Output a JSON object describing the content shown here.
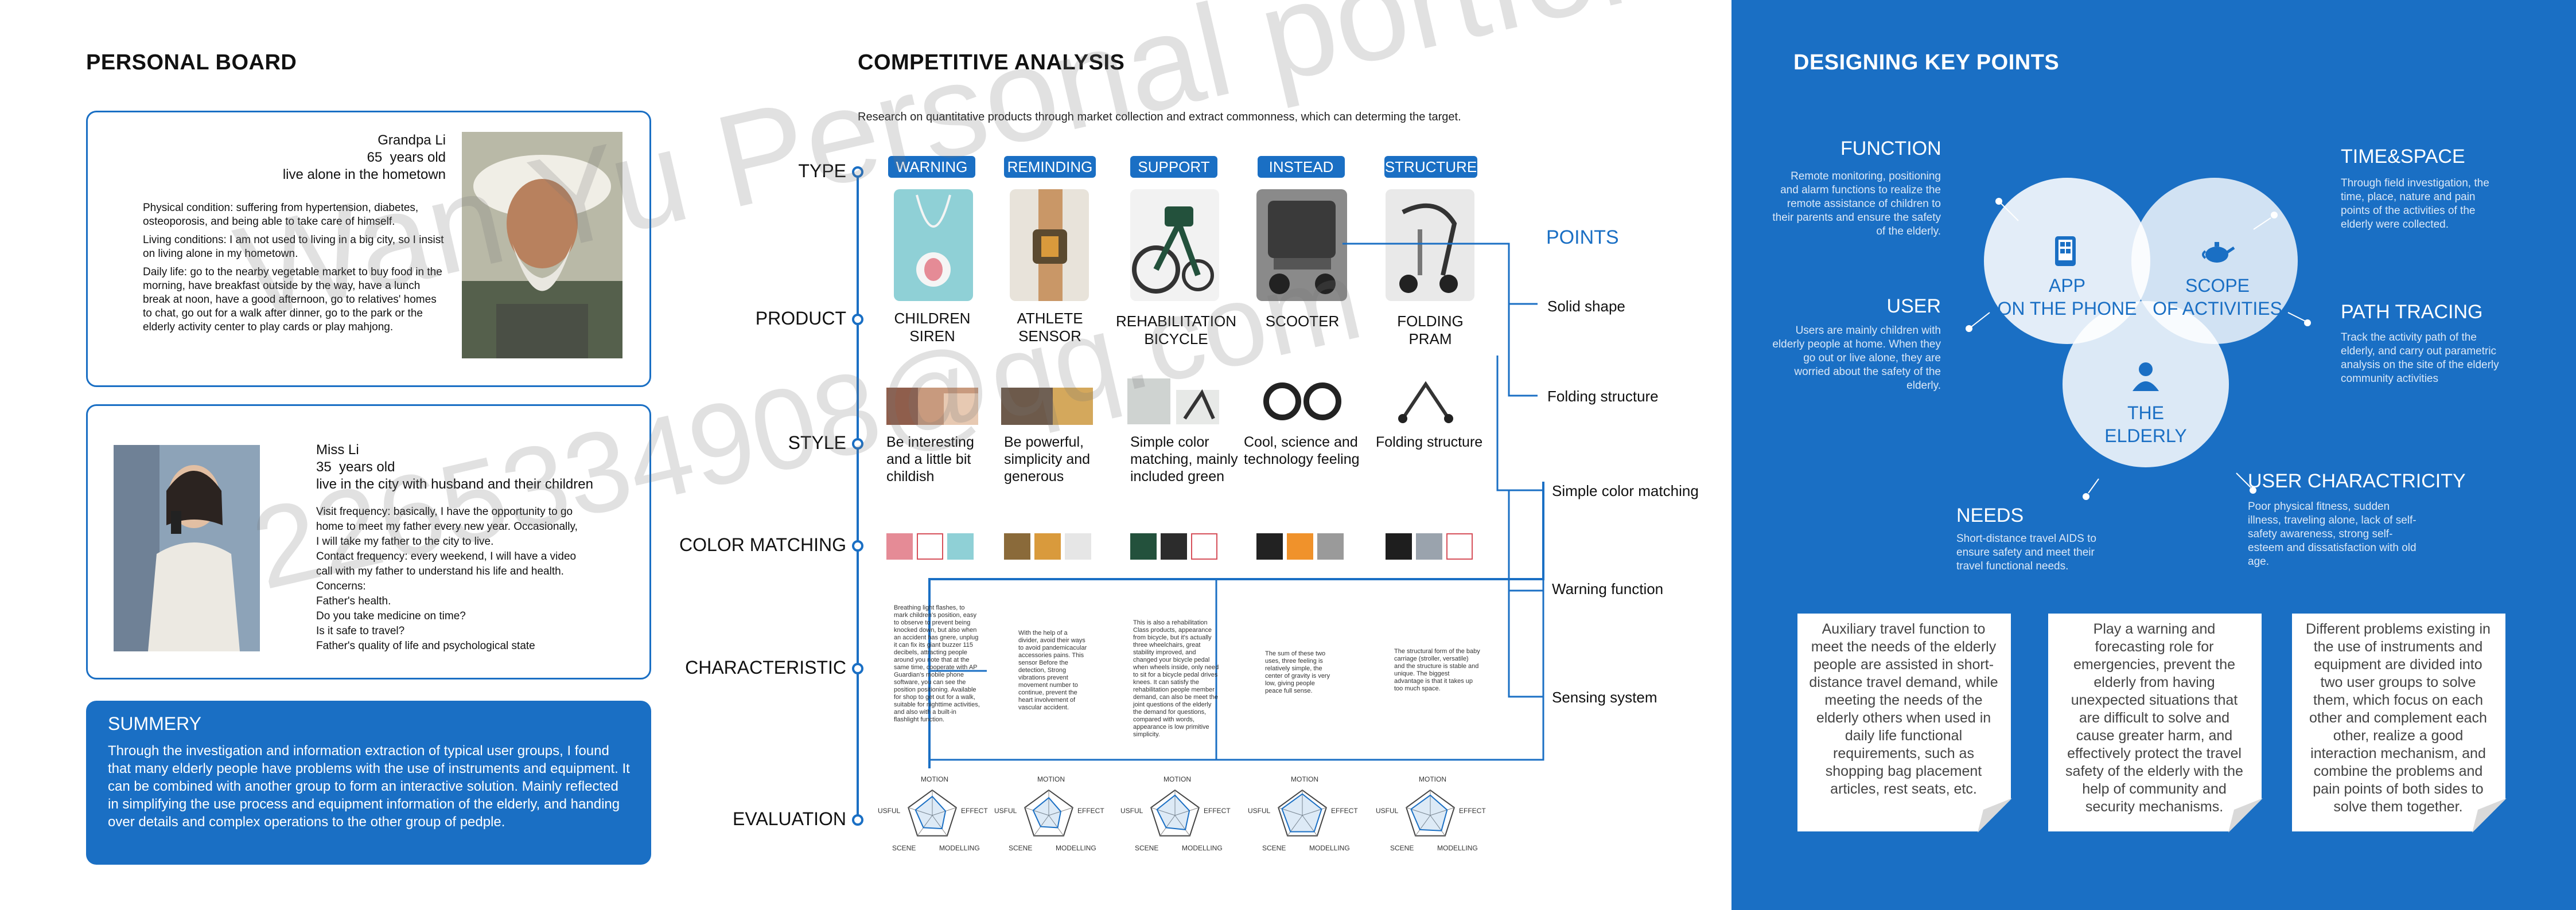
{
  "personal_board": {
    "title": "PERSONAL BOARD",
    "persona1": {
      "name": "Grandpa Li",
      "age_num": "65",
      "age_unit": "years old",
      "living": "live alone in the hometown",
      "p1": "Physical condition: suffering from hypertension, diabetes, osteoporosis, and being able to take care of himself.",
      "p2": "Living conditions: I am not used to living in a big city, so I insist on living alone in my hometown.",
      "p3": "Daily life: go to the nearby vegetable market to buy food in the morning, have breakfast outside by the way, have a lunch break at noon, have a good afternoon, go to relatives' homes to chat, go out for a walk after dinner, go to the park or the elderly activity center to play cards or play mahjong."
    },
    "persona2": {
      "name": "Miss Li",
      "age_num": "35",
      "age_unit": "years old",
      "living": "live in the city with husband and their children",
      "lines": [
        "Visit frequency: basically, I have the opportunity to go",
        "home to meet my father every new year. Occasionally,",
        "I will take my father to the city to live.",
        "Contact frequency: every weekend, I will have a video",
        "call with my father to understand his life and health.",
        "Concerns:",
        "Father's health.",
        "Do you take medicine on time?",
        "Is it safe to travel?",
        "Father's quality of life and psychological state"
      ]
    },
    "summary": {
      "title": "SUMMERY",
      "text": "Through the investigation and information extraction of typical user groups, I found that many elderly people have problems with the use of instruments and equipment. It can be combined with another group to form an interactive solution. Mainly reflected in simplifying the use process and equipment information of the elderly, and handing over details and complex operations to the other group of pedple."
    }
  },
  "competitive": {
    "title": "COMPETITIVE ANALYSIS",
    "subtitle": "Research on quantitative products through market collection and extract commonness, which can determing the target.",
    "rows": [
      "TYPE",
      "PRODUCT",
      "STYLE",
      "COLOR MATCHING",
      "CHARACTERISTIC",
      "EVALUATION"
    ],
    "types": [
      "WARNING",
      "REMINDING",
      "SUPPORT",
      "INSTEAD",
      "STRUCTURE"
    ],
    "products": [
      {
        "name": "CHILDREN\nSIREN",
        "l1": "CHILDREN",
        "l2": "SIREN",
        "style": "Be interesting and a little bit childish",
        "colors": [
          "#e58b96",
          "#ffffff",
          "#8fd0d6"
        ]
      },
      {
        "name": "ATHLETE SENSOR",
        "l1": "ATHLETE",
        "l2": "SENSOR",
        "style": "Be powerful, simplicity and generous",
        "colors": [
          "#8a6a3a",
          "#d99a3c",
          "#e6e6e6"
        ]
      },
      {
        "name": "REHABILITATION BICYCLE",
        "l1": "REHABILITATION",
        "l2": "BICYCLE",
        "style": "Simple color matching, mainly included green",
        "colors": [
          "#23513c",
          "#2c2c2c",
          "#ffffff"
        ]
      },
      {
        "name": "SCOOTER",
        "l1": "SCOOTER",
        "l2": "",
        "style": "Cool, science and technology feeling",
        "colors": [
          "#222222",
          "#f0922b",
          "#9a9a9a"
        ]
      },
      {
        "name": "FOLDING PRAM",
        "l1": "FOLDING",
        "l2": "PRAM",
        "style": "Folding structure",
        "colors": [
          "#1e1e1e",
          "#9aa3ad",
          "#ffffff"
        ]
      }
    ],
    "characteristics": [
      "Breathing light flashes, to mark children's position, easy to observe to prevent being knocked down, but also when an accident has gnere, unplug it can fix its giant buzzer 115 decibels, attracting people around you note that at the same time, cooperate with AP Guardian's mobile phone software, you can see the position positioning. Available for shop to get out for a walk, suitable for nighttime activities, and also with a built-in flashlight function.",
      "With the help of a divider, avoid their ways to avoid pandemicacular accessories pains. This sensor Before the detection, Strong vibrations prevent movement number to continue, prevent the heart involvement of vascular accident.",
      "This is also a rehabilitation Class products, appearance from bicycle, but it's actually three wheelchairs, great stability improved, and changed your bicycle pedal when wheels inside, only need to sit for a bicycle pedal drives knees. It can satisfy the rehabilitation people member demand, can also be meet the joint questions of the elderly the demand for questions, compared with words, appearance is low primitive simplicity.",
      "The sum of these two uses, three feeling is relatively simple, the center of gravity is very low, giving people peace full sense.",
      "The structural form of the baby carriage (stroller, versatile) and the structure is stable and unique. The biggest advantage is that it takes up too much space."
    ],
    "points": {
      "title": "POINTS",
      "items": [
        "Solid shape",
        "Folding structure",
        "Simple color matching",
        "Warning function",
        "Sensing system"
      ]
    },
    "radar_axes": {
      "top": "MOTION",
      "left": "USFUL",
      "right": "EFFECT",
      "bottom_left": "SCENE",
      "bottom_right": "MODELLING"
    },
    "radar_scores": [
      [
        0.75,
        0.55,
        0.65,
        0.6,
        0.7
      ],
      [
        0.7,
        0.5,
        0.6,
        0.55,
        0.65
      ],
      [
        0.8,
        0.6,
        0.7,
        0.6,
        0.75
      ],
      [
        0.85,
        0.8,
        0.8,
        0.8,
        0.85
      ],
      [
        0.8,
        0.7,
        0.75,
        0.7,
        0.8
      ]
    ]
  },
  "key_points": {
    "title": "DESIGNING KEY POINTS",
    "function": {
      "title": "FUNCTION",
      "text": "Remote monitoring, positioning and alarm functions to realize the remote assistance of children to their parents and ensure the safety of the elderly."
    },
    "user": {
      "title": "USER",
      "text": "Users are mainly children with elderly people at home. When they go out or live alone, they are worried about the safety of the elderly."
    },
    "needs": {
      "title": "NEEDS",
      "text": "Short-distance travel AIDS to ensure safety and meet their travel functional needs."
    },
    "time_space": {
      "title": "TIME&SPACE",
      "text": "Through field investigation, the time, place, nature and pain points of the activities of the elderly were collected."
    },
    "path": {
      "title": "PATH TRACING",
      "text": "Track the activity path of the elderly, and carry out parametric analysis on the site of the elderly community activities"
    },
    "user_char": {
      "title": "USER CHARACTRICITY",
      "text": "Poor physical fitness, sudden illness, traveling alone, lack of self-safety awareness, strong self-esteem and dissatisfaction with old age."
    },
    "circles": {
      "app_l1": "APP",
      "app_l2": "ON THE PHONE",
      "scope_l1": "SCOPE",
      "scope_l2": "OF ACTIVITIES",
      "elderly_l1": "THE",
      "elderly_l2": "ELDERLY"
    },
    "notes": [
      "Auxiliary travel function to meet the needs of the elderly people are assisted in short-distance travel demand, while meeting the needs of the elderly others when used in daily life functional requirements, such as shopping bag placement articles, rest seats, etc.",
      "Play a warning and forecasting role for emergencies, prevent the elderly from having unexpected situations that are difficult to solve and cause greater harm, and effectively protect the travel safety of the elderly with the help of community and security mechanisms.",
      "Different problems existing in the use of instruments and equipment are divided into two user groups to solve them, which focus on each other and complement each other, realize a good interaction mechanism, and combine the problems and pain points of both sides to solve them together."
    ]
  },
  "watermark": {
    "line1": "Wan Yu Personal portfolio",
    "line2": "2265334908@qq.com"
  }
}
